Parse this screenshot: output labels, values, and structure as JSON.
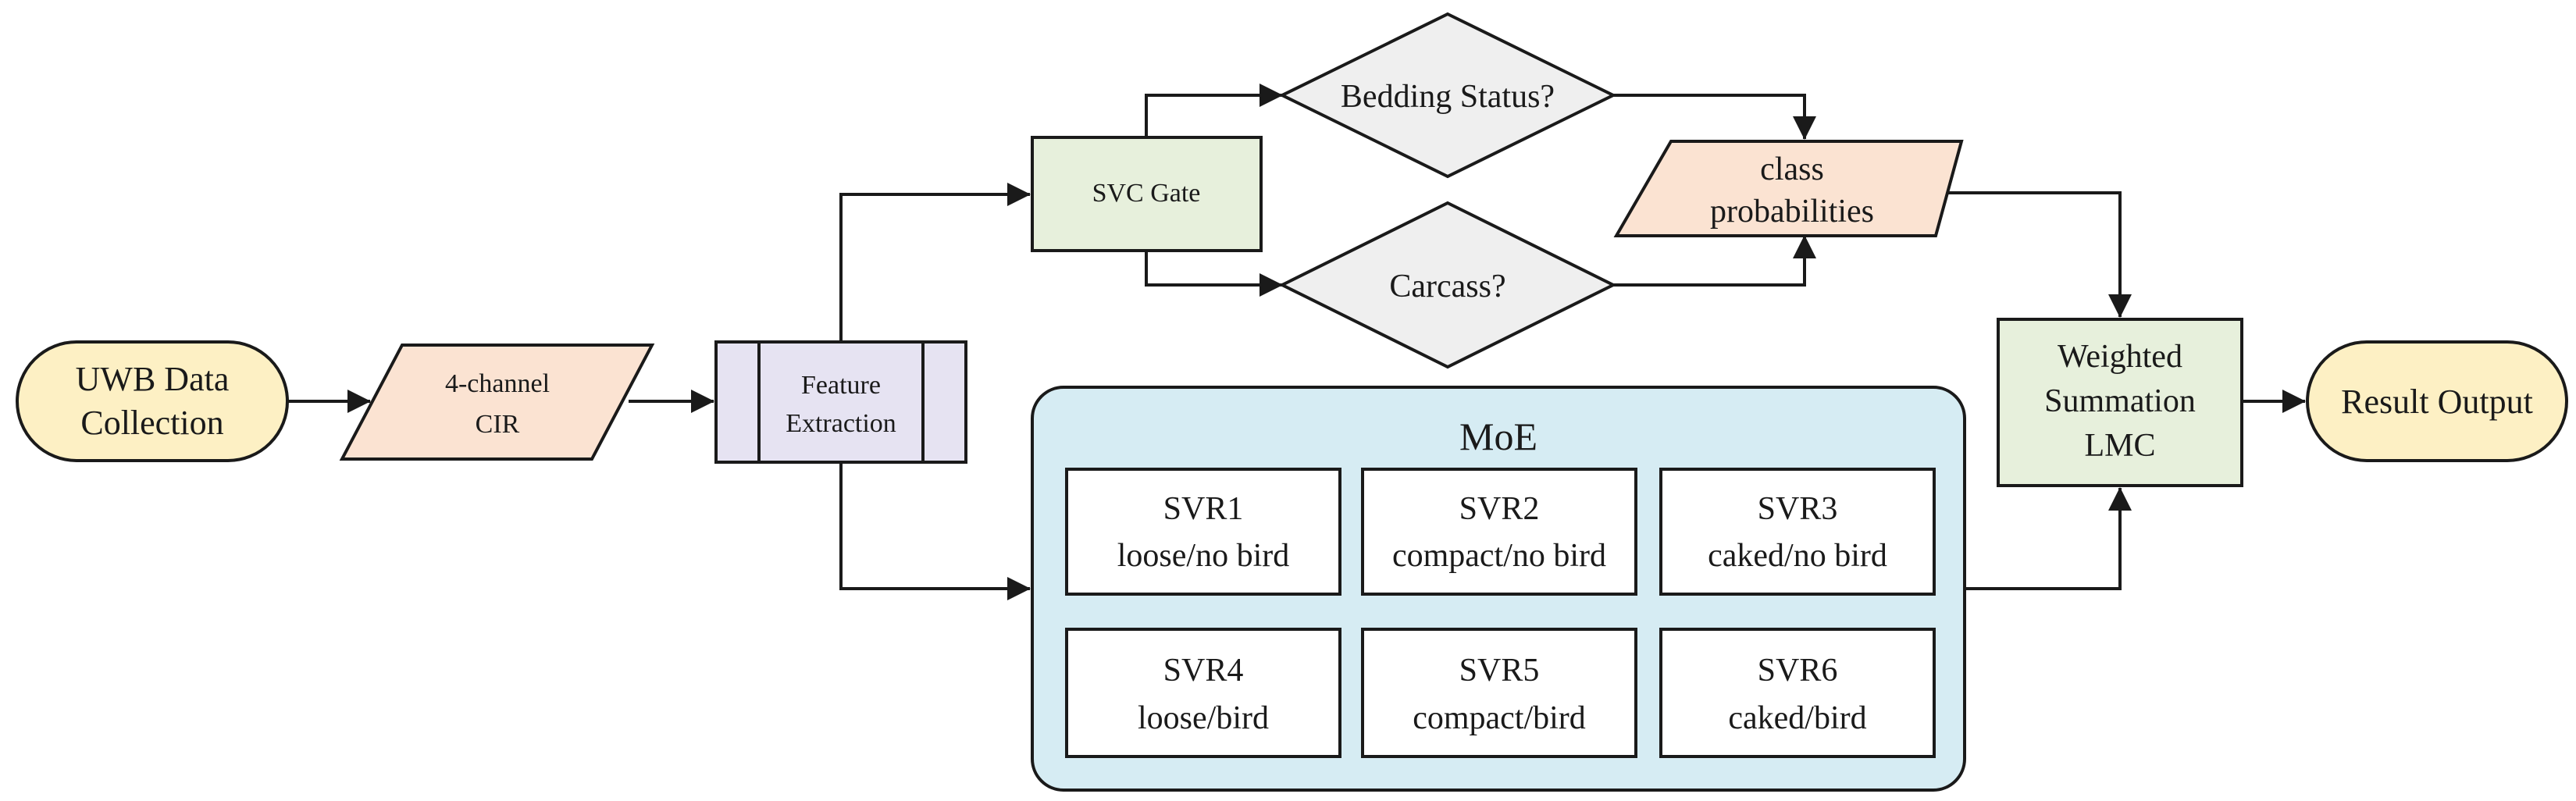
{
  "nodes": {
    "uwb": {
      "line1": "UWB Data",
      "line2": "Collection"
    },
    "cir": {
      "line1": "4-channel",
      "line2": "CIR"
    },
    "feature": {
      "line1": "Feature",
      "line2": "Extraction"
    },
    "svc_gate": {
      "label": "SVC Gate"
    },
    "bedding": {
      "label": "Bedding Status?"
    },
    "carcass": {
      "label": "Carcass?"
    },
    "class_prob": {
      "line1": "class",
      "line2": "probabilities"
    },
    "weighted": {
      "line1": "Weighted",
      "line2": "Summation",
      "line3": "LMC"
    },
    "result": {
      "label": "Result Output"
    }
  },
  "moe": {
    "title": "MoE",
    "experts": [
      {
        "name": "SVR1",
        "desc": "loose/no bird"
      },
      {
        "name": "SVR2",
        "desc": "compact/no bird"
      },
      {
        "name": "SVR3",
        "desc": "caked/no bird"
      },
      {
        "name": "SVR4",
        "desc": "loose/bird"
      },
      {
        "name": "SVR5",
        "desc": "compact/bird"
      },
      {
        "name": "SVR6",
        "desc": "caked/bird"
      }
    ]
  },
  "colors": {
    "terminal_fill": "#fdf0c4",
    "io_fill": "#fbe3d2",
    "process_fill": "#e6e3f2",
    "gate_fill": "#e7f0dc",
    "decision_fill": "#efefef",
    "moe_fill": "#d6ecf3",
    "stroke": "#1a1a1a"
  }
}
